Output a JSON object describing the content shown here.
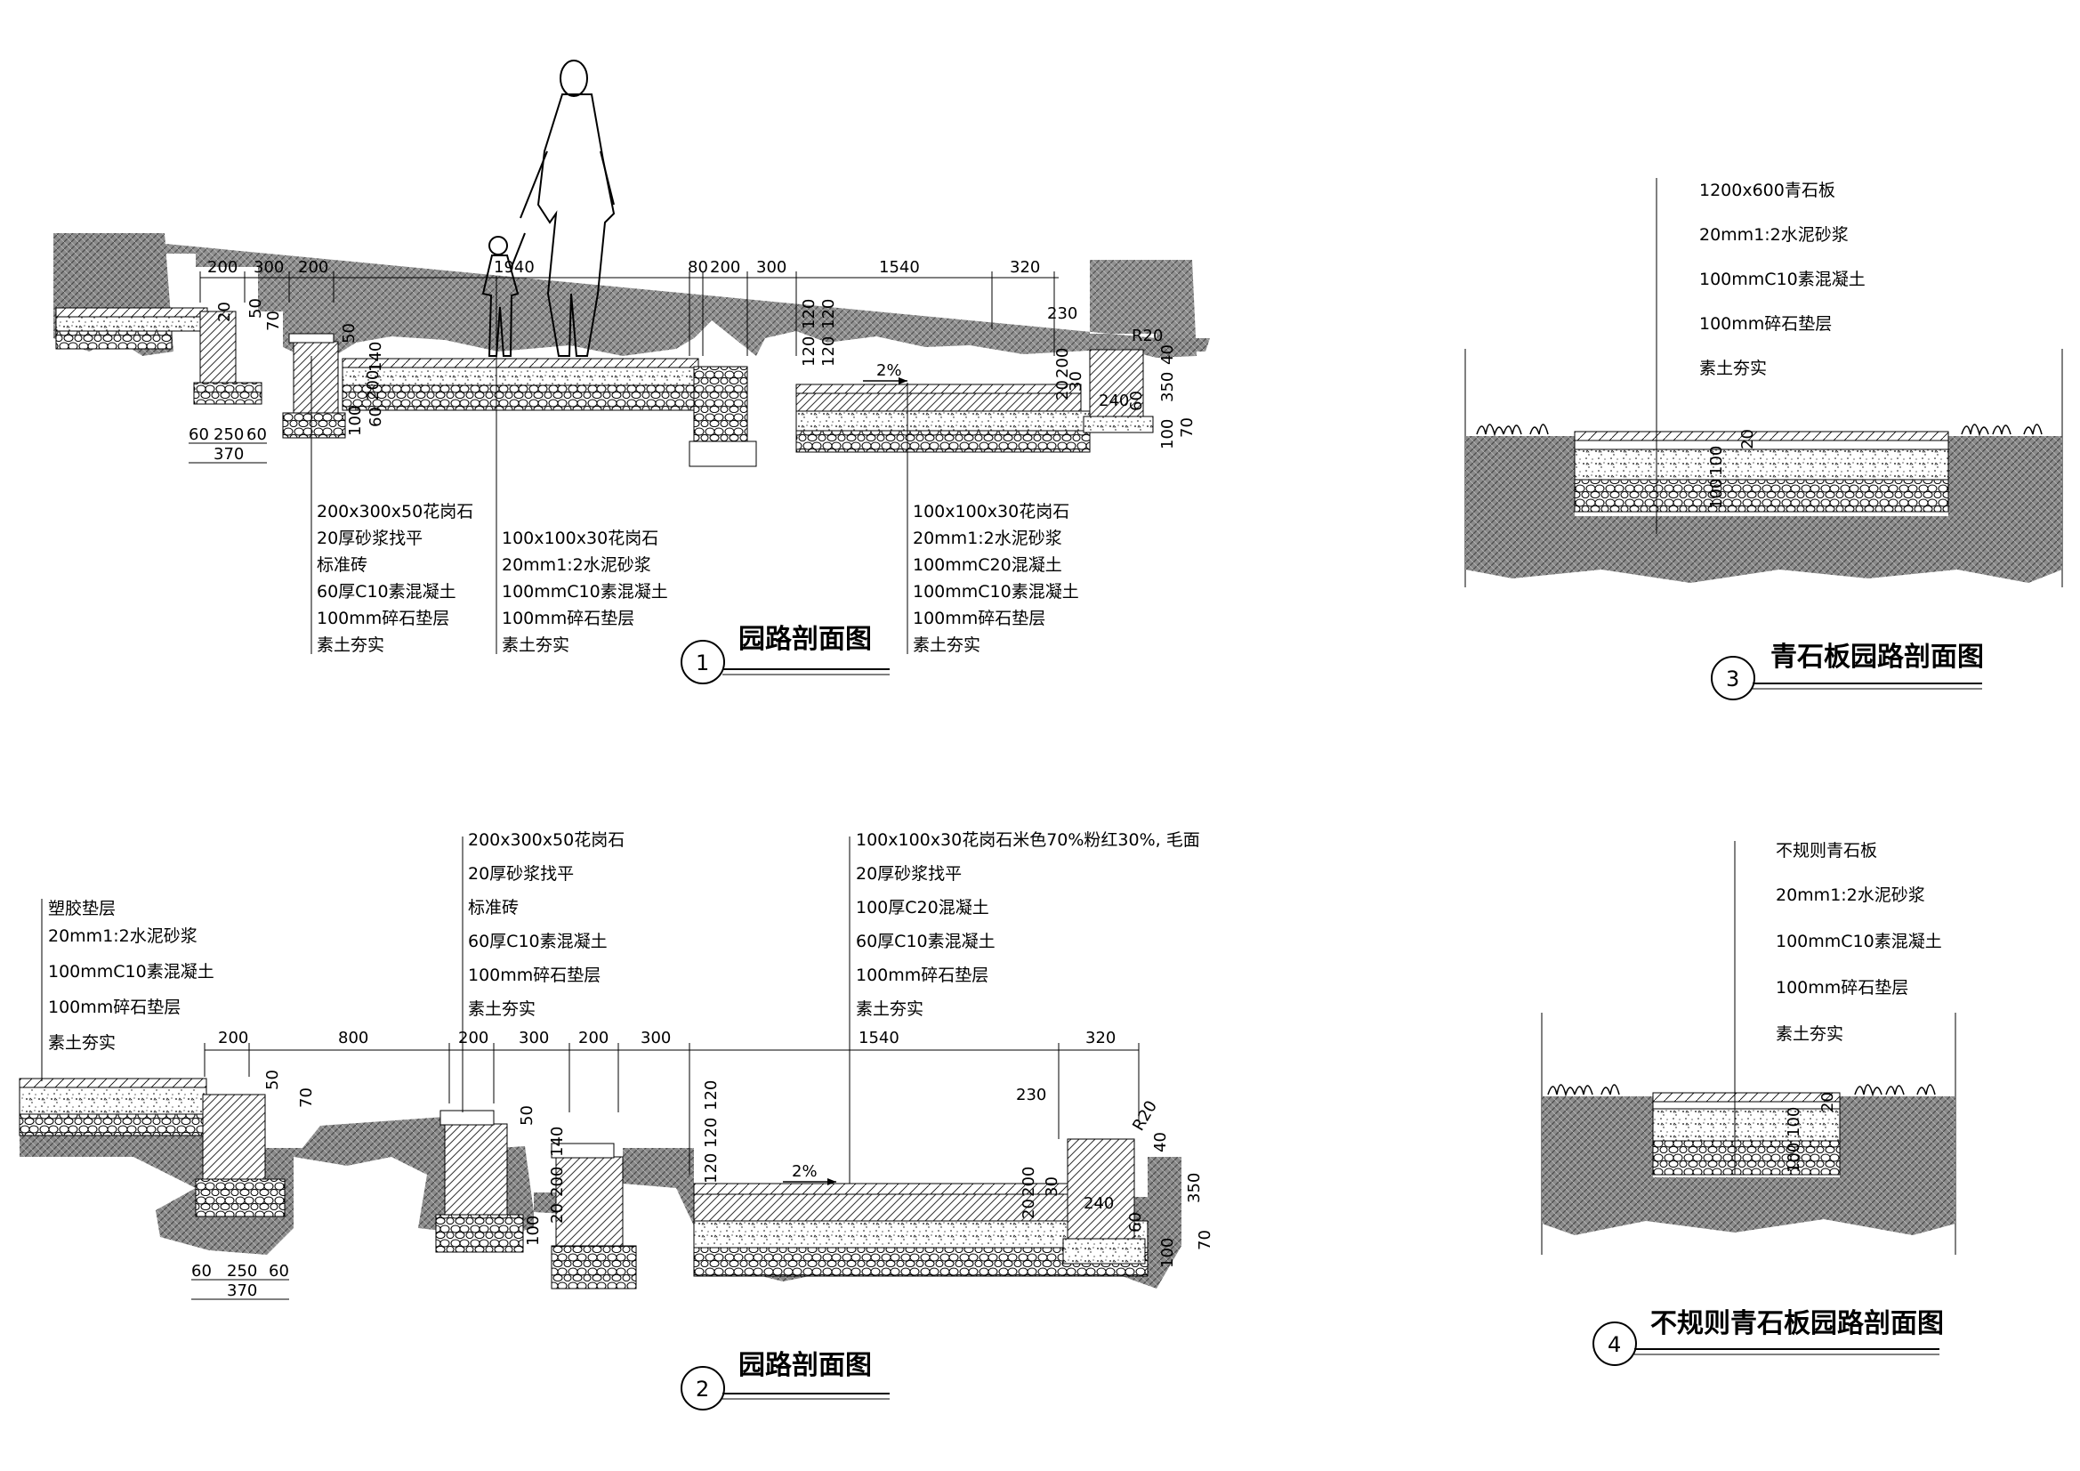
{
  "colors": {
    "ink": "#000000",
    "paper": "#ffffff",
    "soil": "#6e6e6e",
    "hatch": "#444444"
  },
  "sections": {
    "s1": {
      "number": "1",
      "title": "园路剖面图",
      "dims_top": [
        "200",
        "300",
        "200",
        "1940",
        "80",
        "200",
        "300",
        "1540",
        "320"
      ],
      "dims_right": [
        "230",
        "R20",
        "40",
        "350",
        "60",
        "100",
        "70",
        "240"
      ],
      "dims_left": [
        "50",
        "20",
        "70",
        "50",
        "140",
        "100",
        "200",
        "60"
      ],
      "dims_bottom": [
        "60",
        "250",
        "60",
        "370"
      ],
      "dims_vert_mid": [
        "120",
        "120",
        "120",
        "120",
        "200",
        "20",
        "30"
      ],
      "slope": "2%",
      "notes_a": [
        "200x300x50花岗石",
        "20厚砂浆找平",
        "标准砖",
        "60厚C10素混凝土",
        "100mm碎石垫层",
        "素土夯实"
      ],
      "notes_b": [
        "100x100x30花岗石",
        "20mm1:2水泥砂浆",
        "100mmC10素混凝土",
        "100mm碎石垫层",
        "素土夯实"
      ],
      "notes_c": [
        "100x100x30花岗石",
        "20mm1:2水泥砂浆",
        "100mmC20混凝土",
        "100mmC10素混凝土",
        "100mm碎石垫层",
        "素土夯实"
      ]
    },
    "s2": {
      "number": "2",
      "title": "园路剖面图",
      "dims_top": [
        "200",
        "800",
        "200",
        "300",
        "200",
        "300",
        "1540",
        "320"
      ],
      "dims_right": [
        "230",
        "R20",
        "40",
        "350",
        "100",
        "70",
        "240",
        "60"
      ],
      "dims_left": [
        "50",
        "70",
        "50",
        "140",
        "200",
        "100",
        "20"
      ],
      "dims_bottom": [
        "60",
        "250",
        "60",
        "370"
      ],
      "dims_vert_mid": [
        "120",
        "120",
        "120",
        "200",
        "20",
        "30"
      ],
      "slope": "2%",
      "notes_a": [
        "塑胶垫层",
        "20mm1:2水泥砂浆",
        "100mmC10素混凝土",
        "100mm碎石垫层",
        "素土夯实"
      ],
      "notes_b": [
        "200x300x50花岗石",
        "20厚砂浆找平",
        "标准砖",
        "60厚C10素混凝土",
        "100mm碎石垫层",
        "素土夯实"
      ],
      "notes_c": [
        "100x100x30花岗石米色70%粉红30%, 毛面",
        "20厚砂浆找平",
        "100厚C20混凝土",
        "60厚C10素混凝土",
        "100mm碎石垫层",
        "素土夯实"
      ]
    },
    "s3": {
      "number": "3",
      "title": "青石板园路剖面图",
      "notes": [
        "1200x600青石板",
        "20mm1:2水泥砂浆",
        "100mmC10素混凝土",
        "100mm碎石垫层",
        "素土夯实"
      ],
      "dims": [
        "100",
        "100",
        "20"
      ]
    },
    "s4": {
      "number": "4",
      "title": "不规则青石板园路剖面图",
      "notes": [
        "不规则青石板",
        "20mm1:2水泥砂浆",
        "100mmC10素混凝土",
        "100mm碎石垫层",
        "素土夯实"
      ],
      "dims": [
        "100",
        "100",
        "20"
      ]
    }
  }
}
